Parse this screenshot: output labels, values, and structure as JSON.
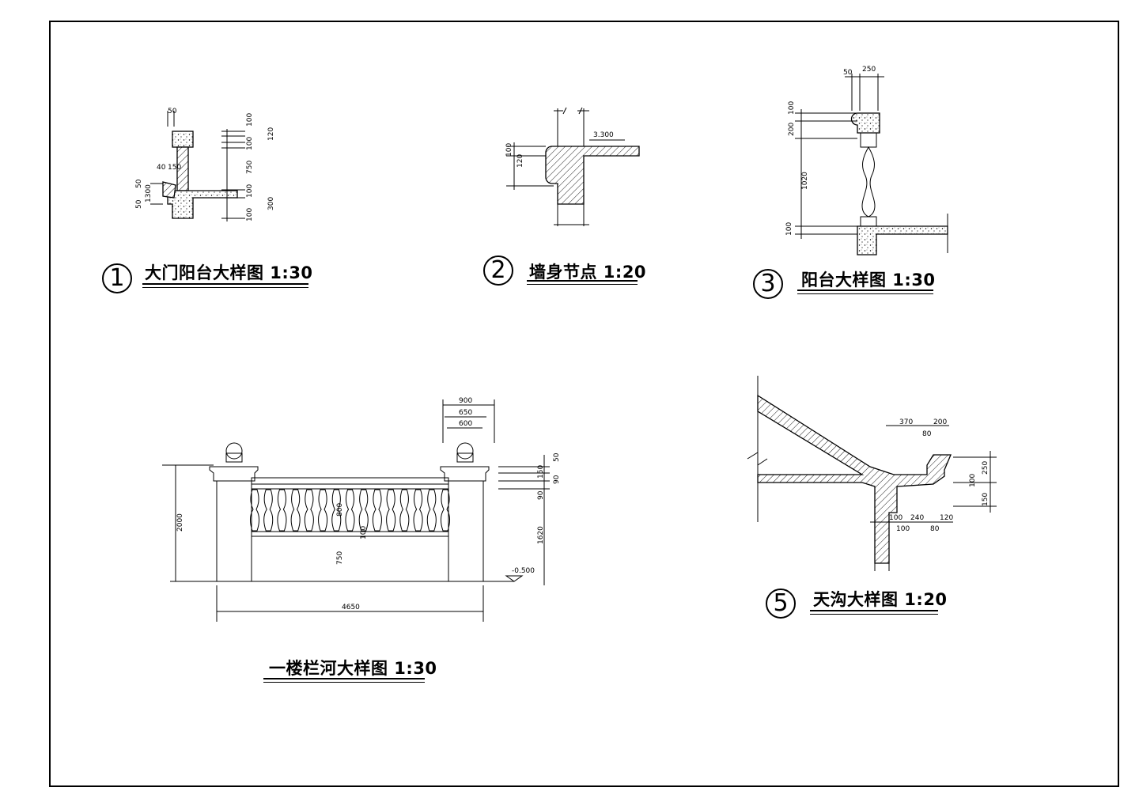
{
  "drawings": [
    {
      "num": "1",
      "title": "大门阳台大样图  1:30",
      "dims": [
        "50",
        "100",
        "120",
        "100",
        "750",
        "100",
        "300",
        "100",
        "40",
        "150",
        "50",
        "1300",
        "50"
      ]
    },
    {
      "num": "2",
      "title": "墙身节点 1:20",
      "dims": [
        "3.300",
        "100",
        "120"
      ]
    },
    {
      "num": "3",
      "title": "阳台大样图  1:30",
      "dims": [
        "50",
        "250",
        "100",
        "200",
        "1020",
        "100"
      ]
    },
    {
      "num": "",
      "title": "一楼栏河大样图  1:30",
      "dims": [
        "900",
        "650",
        "600",
        "50",
        "150",
        "90",
        "90",
        "1620",
        "2000",
        "800",
        "100",
        "750",
        "-0.500",
        "4650"
      ]
    },
    {
      "num": "5",
      "title": "天沟大样图 1:20",
      "dims": [
        "370",
        "200",
        "80",
        "250",
        "100",
        "150",
        "100",
        "240",
        "120",
        "100",
        "80"
      ]
    }
  ]
}
